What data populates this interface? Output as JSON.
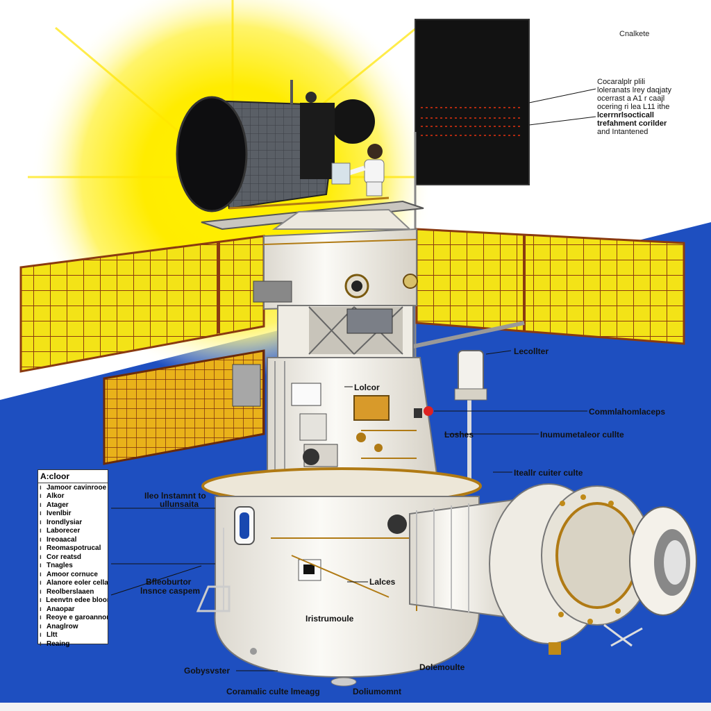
{
  "caption": {
    "title": "Cnalkete",
    "lines": [
      "Cocaralplr plili",
      "loleranats lrey daqjaty",
      "ocerrast a A1 r caajl",
      "ocering ri lea L11 ithe",
      "lcerrnrlsocticall",
      "trefahment corilder",
      "and Intantened"
    ]
  },
  "legend": {
    "title": "A:cloor",
    "items": [
      "Jamoor cavinrooe",
      "Alkor",
      "Atager",
      "Ivenlbir",
      "Irondlysiar",
      "Laborecer",
      "Ireoaacal",
      "Reomaspotrucal",
      "Cor reatsd",
      "Tnagles",
      "Amoor cornuce",
      "Alanore eoler cella",
      "Reolberslaaen",
      "Leenvtn edee bloorn",
      "Anaopar",
      "Reoye e garoannon",
      "Anaglrow",
      "Lltt",
      "Reaing"
    ]
  },
  "labels": {
    "locollter": "Lecollter",
    "lolcor": "Lolcor",
    "commutator": "Commlahomlaceps",
    "loshes": "Loshes",
    "instrumentation": "Inumumetaleor cullte",
    "heat_suite": "Iteallr cuiter culte",
    "instrument_to": "Ileo lnstamnt to",
    "ulluncauta": "ullunsaita",
    "bfleobutor": "Bfleoburtor",
    "lnsnce_caspem": "lnsnce caspem",
    "lalces": "Lalces",
    "instrumoule": "Iristrumoule",
    "gobyuster": "Gobysvster",
    "dolemoulte": "Dolemoulte",
    "coramic": "Coramalic culte lmeagg",
    "doliumoment": "Doliumomnt"
  },
  "colors": {
    "sky": "#ffffff",
    "space_blue": "#1e4fc0",
    "sun": "#ffe600",
    "panel_yellow": "#f3e317",
    "panel_frame": "#8a3a10",
    "hull": "#f5f3ee",
    "gold": "#c08a18",
    "dark_panel": "#111111"
  }
}
